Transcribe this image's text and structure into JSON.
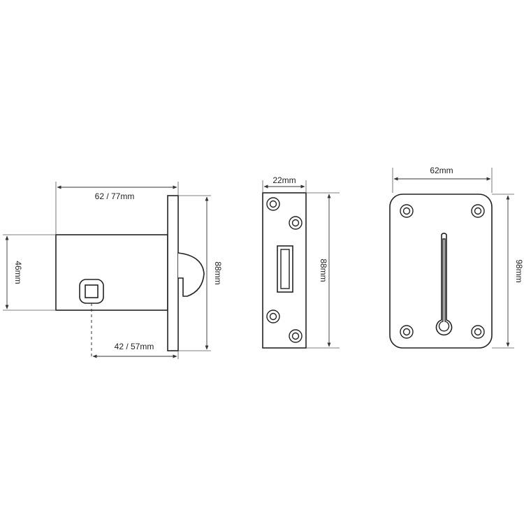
{
  "lock_body_view": {
    "backset_label": "62 / 77mm",
    "case_height_label": "46mm",
    "faceplate_height_label": "88mm",
    "spindle_offset_label": "42 / 57mm"
  },
  "forend_view": {
    "width_label": "22mm",
    "height_label": "88mm"
  },
  "escutcheon_view": {
    "width_label": "62mm",
    "height_label": "98mm"
  }
}
